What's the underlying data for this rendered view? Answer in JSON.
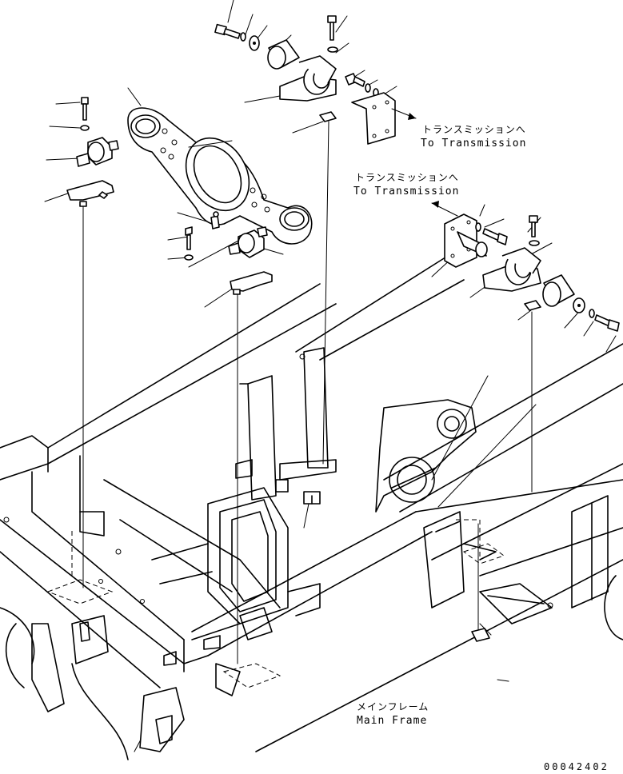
{
  "labels": {
    "transmission_top_ja": "トランスミッションへ",
    "transmission_top_en": "To Transmission",
    "transmission_mid_ja": "トランスミッションへ",
    "transmission_mid_en": "To Transmission",
    "main_frame_ja": "メインフレーム",
    "main_frame_en": "Main Frame",
    "drawing_code": "00042402"
  }
}
